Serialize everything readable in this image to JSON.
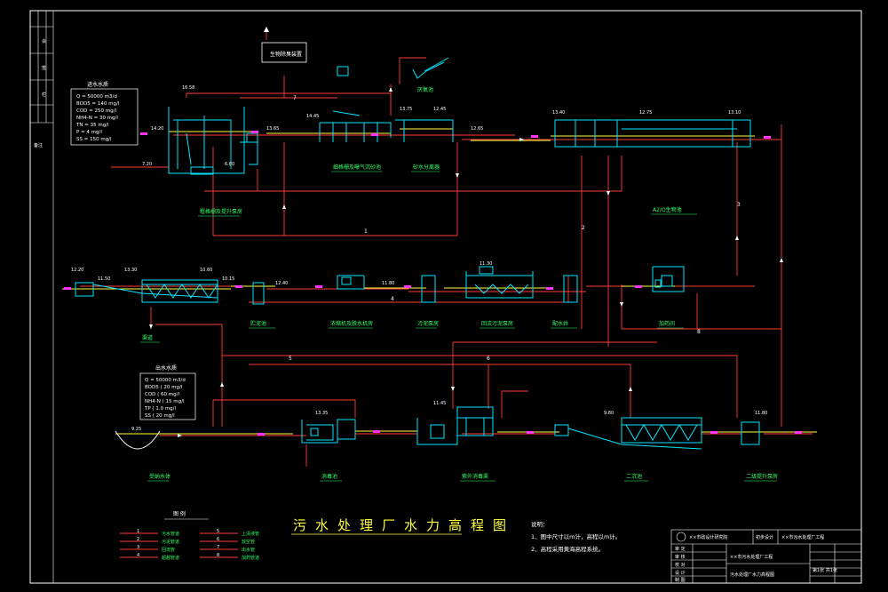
{
  "drawing": {
    "title": "污水处理厂水力高程图",
    "background_color": "#000000",
    "colors": {
      "frame": "#ffffff",
      "pipe_red": "#ff3b3b",
      "structure_cyan": "#00e5ff",
      "water_yellow": "#ffff40",
      "label_green": "#33ff66",
      "flow_magenta": "#ff33ff"
    }
  },
  "influent_table": {
    "heading": "进水水质",
    "rows": [
      "Q = 50000 m3/d",
      "BOD5 = 140 mg/l",
      "COD = 250 mg/l",
      "NH4-N = 30 mg/l",
      "TN = 35 mg/l",
      "P = 4 mg/l",
      "SS = 150 mg/l"
    ]
  },
  "effluent_table": {
    "heading": "出水水质",
    "rows": [
      "Q = 50000 m3/d",
      "BOD5 ( 20 mg/l",
      "COD ( 60 mg/l",
      "NH4-N ( 15 mg/l",
      "TP ( 1.0 mg/l",
      "SS ( 20 mg/l"
    ]
  },
  "top_box_label": "生物除臭装置",
  "units": {
    "u1": "粗格栅及提升泵房",
    "u2": "细格栅及曝气沉砂池",
    "u3": "砂水分离器",
    "u4": "厌氧池",
    "u5": "A2/O生物池",
    "u6": "贮泥池",
    "u7": "浓缩机及脱水机房",
    "u8": "污泥泵房",
    "u9": "回流污泥泵房",
    "u10": "配水井",
    "u11": "加药间",
    "u12": "渠道",
    "u13": "受纳水体",
    "u14": "消毒池",
    "u15": "紫外消毒渠",
    "u16": "二沉池",
    "u17": "二级提升泵房"
  },
  "elevations": {
    "e1": "14.20",
    "e2": "16.58",
    "e3": "13.65",
    "e4": "14.45",
    "e5": "13.75",
    "e6": "12.45",
    "e7": "12.65",
    "e8": "13.40",
    "e9": "12.75",
    "e10": "13.10",
    "e11": "7.20",
    "e12": "6.80",
    "e13": "12.20",
    "e14": "11.50",
    "e15": "13.30",
    "e16": "10.60",
    "e17": "10.15",
    "e18": "12.40",
    "e19": "11.80",
    "e20": "11.30",
    "e21": "9.25",
    "e22": "13.35",
    "e23": "11.45",
    "e24": "9.80",
    "e25": "11.80"
  },
  "legend": {
    "heading": "图 例",
    "items": [
      {
        "no": "1",
        "label": "污水管道"
      },
      {
        "no": "2",
        "label": "污泥管道"
      },
      {
        "no": "3",
        "label": "回流管"
      },
      {
        "no": "4",
        "label": "超越管道"
      },
      {
        "no": "5",
        "label": "上清液管"
      },
      {
        "no": "6",
        "label": "放空管"
      },
      {
        "no": "7",
        "label": "出水管"
      },
      {
        "no": "8",
        "label": "加药管道"
      }
    ]
  },
  "notes": {
    "heading": "说明：",
    "items": [
      "1、图中尺寸以m计，高程以m计。",
      "2、高程采用黄海高程系统。"
    ]
  },
  "title_block": {
    "company": "××市政设计研究院",
    "project": "××市污水处理厂工程",
    "drawing_name": "污水处理厂水力高程图",
    "stage": "初步设计",
    "sheet": "第1张 共1张",
    "rows": [
      "审 定",
      "审 核",
      "校 对",
      "设 计",
      "制 图"
    ]
  },
  "side_strip": {
    "items": [
      "会",
      "签",
      "栏"
    ],
    "note": "备注"
  },
  "flow_numbers": {
    "f1": "1",
    "f2": "2",
    "f3": "3",
    "f4": "4",
    "f5": "5",
    "f6": "6",
    "f7": "7",
    "f8": "8"
  }
}
